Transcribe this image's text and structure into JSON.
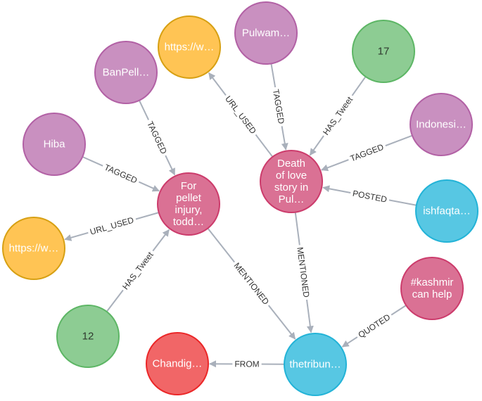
{
  "graph": {
    "nodes": [
      {
        "id": "n_url_top",
        "name": "url-node",
        "lines": [
          "https://w…"
        ],
        "fill": "#ffc454",
        "stroke": "#d7a013"
      },
      {
        "id": "n_pulwama",
        "name": "hashtag-node",
        "lines": [
          "Pulwam…"
        ],
        "fill": "#c990c0",
        "stroke": "#b261a5"
      },
      {
        "id": "n_17",
        "name": "count-node",
        "lines": [
          "17"
        ],
        "fill": "#8dcc93",
        "stroke": "#5db665",
        "dark": true
      },
      {
        "id": "n_banpell",
        "name": "hashtag-node",
        "lines": [
          "BanPell…"
        ],
        "fill": "#c990c0",
        "stroke": "#b261a5"
      },
      {
        "id": "n_indonesi",
        "name": "hashtag-node",
        "lines": [
          "Indonesi…"
        ],
        "fill": "#c990c0",
        "stroke": "#b261a5"
      },
      {
        "id": "n_hiba",
        "name": "hashtag-node",
        "lines": [
          "Hiba"
        ],
        "fill": "#c990c0",
        "stroke": "#b261a5"
      },
      {
        "id": "n_death",
        "name": "tweet-node",
        "lines": [
          "Death",
          "of love",
          "story in",
          "Pul…"
        ],
        "fill": "#da7194",
        "stroke": "#cc3c6c"
      },
      {
        "id": "n_pellet",
        "name": "tweet-node",
        "lines": [
          "For",
          "pellet",
          "injury,",
          "todd…"
        ],
        "fill": "#da7194",
        "stroke": "#cc3c6c"
      },
      {
        "id": "n_ishfaqta",
        "name": "user-node",
        "lines": [
          "ishfaqta…"
        ],
        "fill": "#57c7e3",
        "stroke": "#23b3d7"
      },
      {
        "id": "n_url_left",
        "name": "url-node",
        "lines": [
          "https://w…"
        ],
        "fill": "#ffc454",
        "stroke": "#d7a013"
      },
      {
        "id": "n_kashmir",
        "name": "tweet-node",
        "lines": [
          "#kashmir",
          "can help"
        ],
        "fill": "#da7194",
        "stroke": "#cc3c6c"
      },
      {
        "id": "n_12",
        "name": "count-node",
        "lines": [
          "12"
        ],
        "fill": "#8dcc93",
        "stroke": "#5db665",
        "dark": true
      },
      {
        "id": "n_chandig",
        "name": "location-node",
        "lines": [
          "Chandig…"
        ],
        "fill": "#f16667",
        "stroke": "#eb2728"
      },
      {
        "id": "n_tribune",
        "name": "user-node",
        "lines": [
          "thetribun…"
        ],
        "fill": "#57c7e3",
        "stroke": "#23b3d7"
      }
    ],
    "edges": [
      {
        "from": "n_death",
        "to": "n_url_top",
        "label": "URL_USED"
      },
      {
        "from": "n_pulwama",
        "to": "n_death",
        "label": "TAGGED"
      },
      {
        "from": "n_17",
        "to": "n_death",
        "label": "HAS_Tweet"
      },
      {
        "from": "n_indonesi",
        "to": "n_death",
        "label": "TAGGED"
      },
      {
        "from": "n_ishfaqta",
        "to": "n_death",
        "label": "POSTED"
      },
      {
        "from": "n_death",
        "to": "n_tribune",
        "label": "MENTIONED"
      },
      {
        "from": "n_banpell",
        "to": "n_pellet",
        "label": "TAGGED"
      },
      {
        "from": "n_hiba",
        "to": "n_pellet",
        "label": "TAGGED"
      },
      {
        "from": "n_pellet",
        "to": "n_url_left",
        "label": "URL_USED"
      },
      {
        "from": "n_12",
        "to": "n_pellet",
        "label": "HAS_Tweet"
      },
      {
        "from": "n_pellet",
        "to": "n_tribune",
        "label": "MENTIONED"
      },
      {
        "from": "n_kashmir",
        "to": "n_tribune",
        "label": "QUOTED"
      },
      {
        "from": "n_tribune",
        "to": "n_chandig",
        "label": "FROM"
      }
    ]
  }
}
